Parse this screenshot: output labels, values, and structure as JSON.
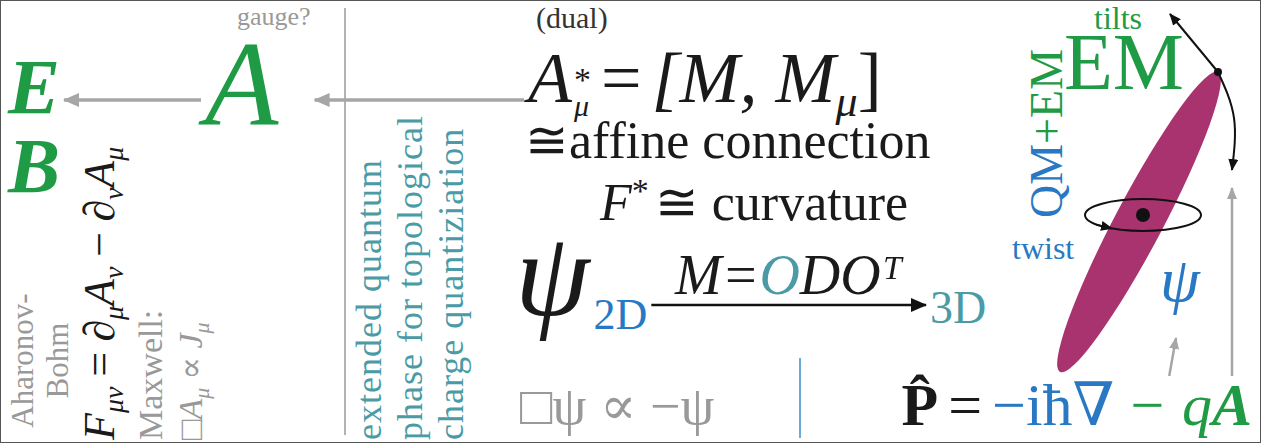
{
  "diagram": {
    "nodes": [
      {
        "text": [
          "E",
          "B"
        ]
      },
      {
        "text": [
          "gauge?",
          "A"
        ]
      },
      {
        "text": [
          "(dual)",
          "A",
          "*",
          "μ",
          "=",
          "[M, M",
          "μ",
          "]"
        ]
      },
      {
        "text": [
          "ψ",
          "2D"
        ]
      },
      {
        "text": [
          "3D"
        ]
      }
    ],
    "edges": [
      {
        "from": 2,
        "to": 1,
        "arrow": "to"
      },
      {
        "from": 1,
        "to": 0,
        "arrow": "to"
      },
      {
        "from": 3,
        "to": 4,
        "arrow": "to",
        "label": "M=ODOᵀ"
      }
    ],
    "labels": [
      "Aharonov-Bohm",
      "F",
      "μν",
      "=",
      "∂",
      "μ",
      "A",
      "ν",
      "−",
      "∂",
      "ν",
      "A",
      "μ",
      "Maxwell:",
      "□",
      "A",
      "μ",
      "∝",
      "J",
      "μ",
      "extended quantum phase for topological charge quantiziation",
      "≅affine connection",
      "F",
      "*",
      "≅ curvature",
      "□ψ ∝ −ψ",
      "P̂",
      "=",
      "−iħ∇",
      "− q",
      "A",
      "tilts",
      "EM",
      "QM",
      "+EM",
      "twist",
      "ψ"
    ]
  }
}
